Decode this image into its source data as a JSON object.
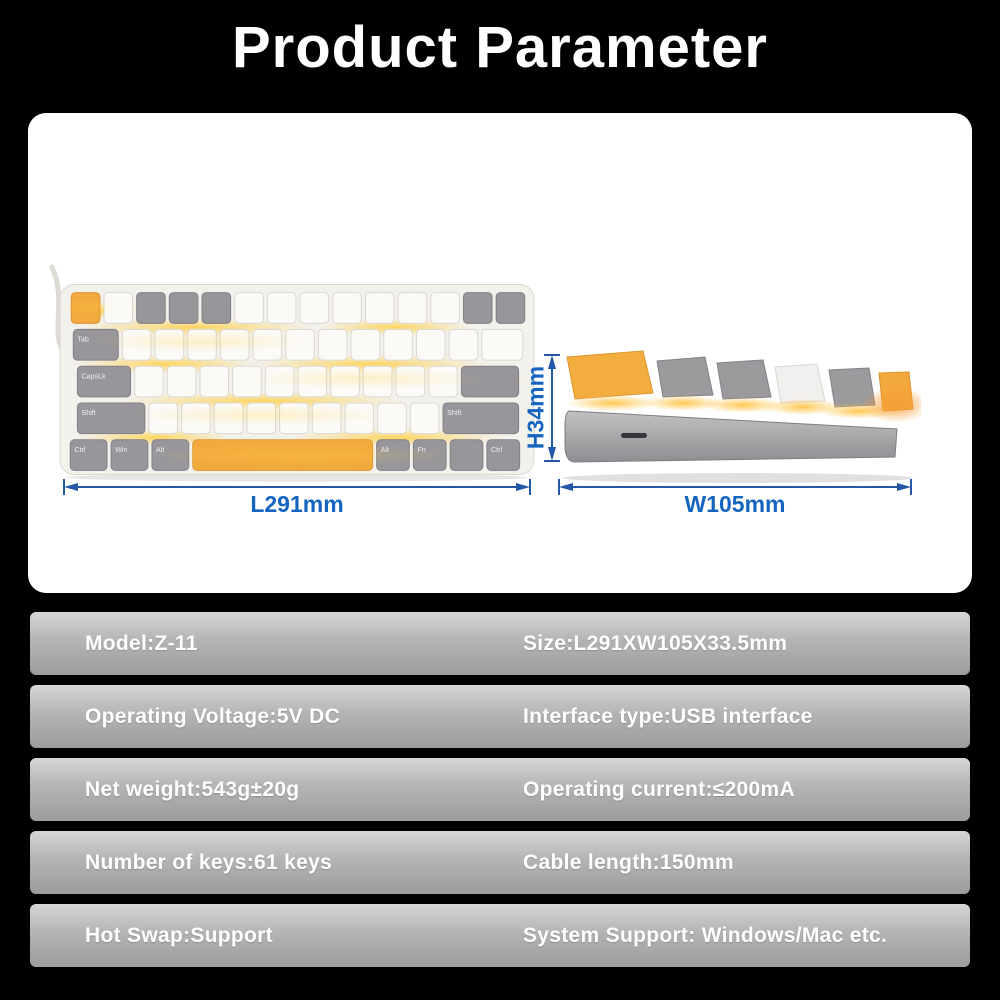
{
  "header": {
    "title": "Product Parameter"
  },
  "diagram": {
    "length_label": "L291mm",
    "height_label": "H34mm",
    "width_label": "W105mm",
    "key_labels": {
      "tab": "Tab",
      "caps": "CapsLk",
      "shift_left": "Shift",
      "shift_right": "Shift",
      "ctrl_left": "Ctrl",
      "win": "Win",
      "alt_left": "Alt",
      "alt_right": "Alt",
      "fn": "Fn",
      "ctrl_right": "Ctrl"
    }
  },
  "specs": {
    "rows": [
      {
        "left": "Model:Z-11",
        "right": "Size:L291XW105X33.5mm"
      },
      {
        "left": "Operating Voltage:5V DC",
        "right": "Interface type:USB interface"
      },
      {
        "left": "Net weight:543g±20g",
        "right": "Operating current:≤200mA"
      },
      {
        "left": "Number of keys:61 keys",
        "right": "Cable length:150mm"
      },
      {
        "left": "Hot Swap:Support",
        "right": "System Support: Windows/Mac etc."
      }
    ]
  },
  "colors": {
    "accent_blue": "#1565c0",
    "dimension_line": "#2457a7",
    "glow_yellow": "#ffd24f",
    "key_grey": "#98969a",
    "key_yellow": "#f3aa3d",
    "row_grey": "#b4b4b4"
  }
}
